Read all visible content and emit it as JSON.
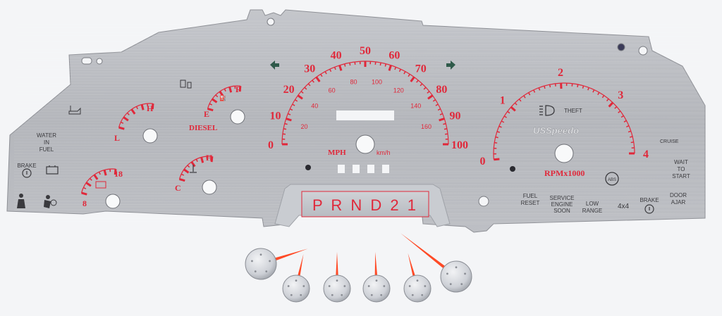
{
  "colors": {
    "plate": "#b9bbc0",
    "red": "#e0283a",
    "dark": "#3a3a3e",
    "background": "#f4f5f7"
  },
  "speedometer": {
    "mph_ticks": [
      "0",
      "10",
      "20",
      "30",
      "40",
      "50",
      "60",
      "70",
      "80",
      "90",
      "100"
    ],
    "kmh_ticks": [
      "20",
      "40",
      "60",
      "80",
      "100",
      "120",
      "140",
      "160"
    ],
    "unit_mph": "MPH",
    "unit_kmh": "km/h"
  },
  "tachometer": {
    "ticks": [
      "0",
      "1",
      "2",
      "3",
      "4"
    ],
    "unit": "RPMx1000",
    "theft": "THEFT",
    "cruise": "CRUISE",
    "brand": "USSpeedo"
  },
  "fuel_gauge": {
    "empty": "E",
    "full": "F",
    "diesel": "DIESEL"
  },
  "temp_gauge": {
    "cold": "C",
    "hot": "H"
  },
  "oil_gauge": {
    "low": "L",
    "high": "H"
  },
  "volt_gauge": {
    "low": "8",
    "high": "18"
  },
  "warning_labels": {
    "water_in_fuel": [
      "WATER",
      "IN",
      "FUEL"
    ],
    "brake_left": "BRAKE",
    "fuel_reset": [
      "FUEL",
      "RESET"
    ],
    "service_engine": [
      "SERVICE",
      "ENGINE",
      "SOON"
    ],
    "low_range": [
      "LOW",
      "RANGE"
    ],
    "four_by_four": "4x4",
    "brake_right": "BRAKE",
    "door_ajar": [
      "DOOR",
      "AJAR"
    ],
    "wait_to_start": [
      "WAIT",
      "TO",
      "START"
    ],
    "abs": "ABS"
  },
  "gear_indicator": {
    "label": "P R N D 2 1"
  },
  "needle_count": 6
}
